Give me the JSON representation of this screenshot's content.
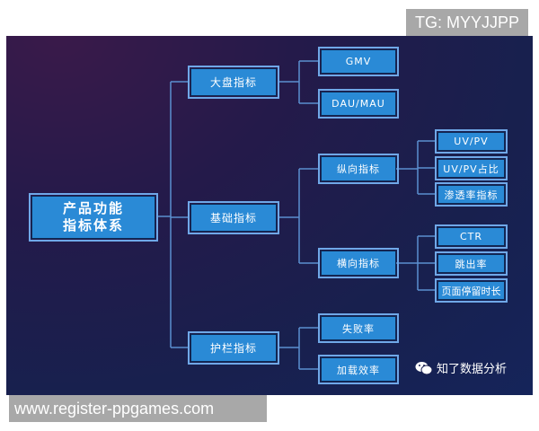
{
  "overlay_top": "TG: MYYJJPP",
  "overlay_bottom": "www.register-ppgames.com",
  "watermark": {
    "icon": "wechat-icon",
    "text": "知了数据分析"
  },
  "colors": {
    "box": "#2a8ad6",
    "line": "#5b8fd0",
    "background": "#1a2050"
  },
  "diagram": {
    "root": "产品功能\n指标体系",
    "root_line1": "产品功能",
    "root_line2": "指标体系",
    "branches": [
      {
        "label": "大盘指标",
        "children": [
          {
            "label": "GMV"
          },
          {
            "label": "DAU/MAU"
          }
        ]
      },
      {
        "label": "基础指标",
        "children": [
          {
            "label": "纵向指标",
            "children": [
              {
                "label": "UV/PV"
              },
              {
                "label": "UV/PV占比"
              },
              {
                "label": "渗透率指标"
              }
            ]
          },
          {
            "label": "横向指标",
            "children": [
              {
                "label": "CTR"
              },
              {
                "label": "跳出率"
              },
              {
                "label": "页面停留时长"
              }
            ]
          }
        ]
      },
      {
        "label": "护栏指标",
        "children": [
          {
            "label": "失败率"
          },
          {
            "label": "加载效率"
          }
        ]
      }
    ]
  }
}
